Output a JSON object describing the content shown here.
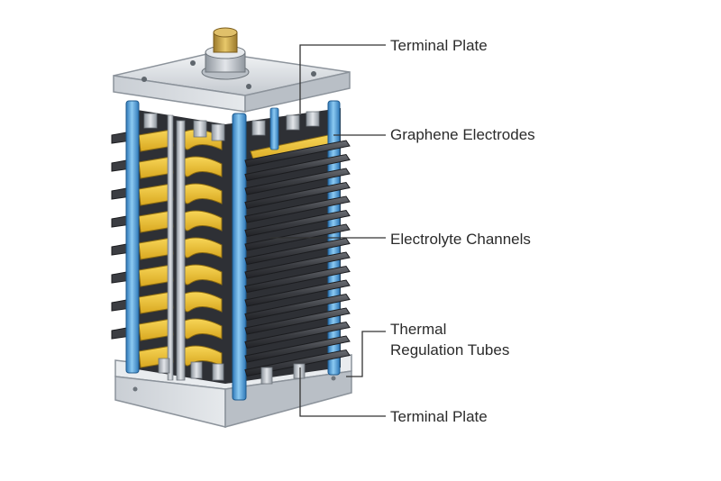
{
  "labels": {
    "terminal_plate_top": "Terminal Plate",
    "graphene_electrodes": "Graphene Electrodes",
    "electrolyte_channels": "Electrolyte Channels",
    "thermal_line1": "Thermal",
    "thermal_line2": "Regulation Tubes",
    "terminal_plate_bottom": "Terminal Plate"
  },
  "colors": {
    "plate_metal": "#d4d8de",
    "plate_edge": "#8c939b",
    "tube_blue": "#5aa6dc",
    "electrode_yellow": "#f1c232",
    "electrode_dark": "#3d3f44",
    "terminal_brass": "#c9a24a",
    "leader_line": "#333333"
  }
}
